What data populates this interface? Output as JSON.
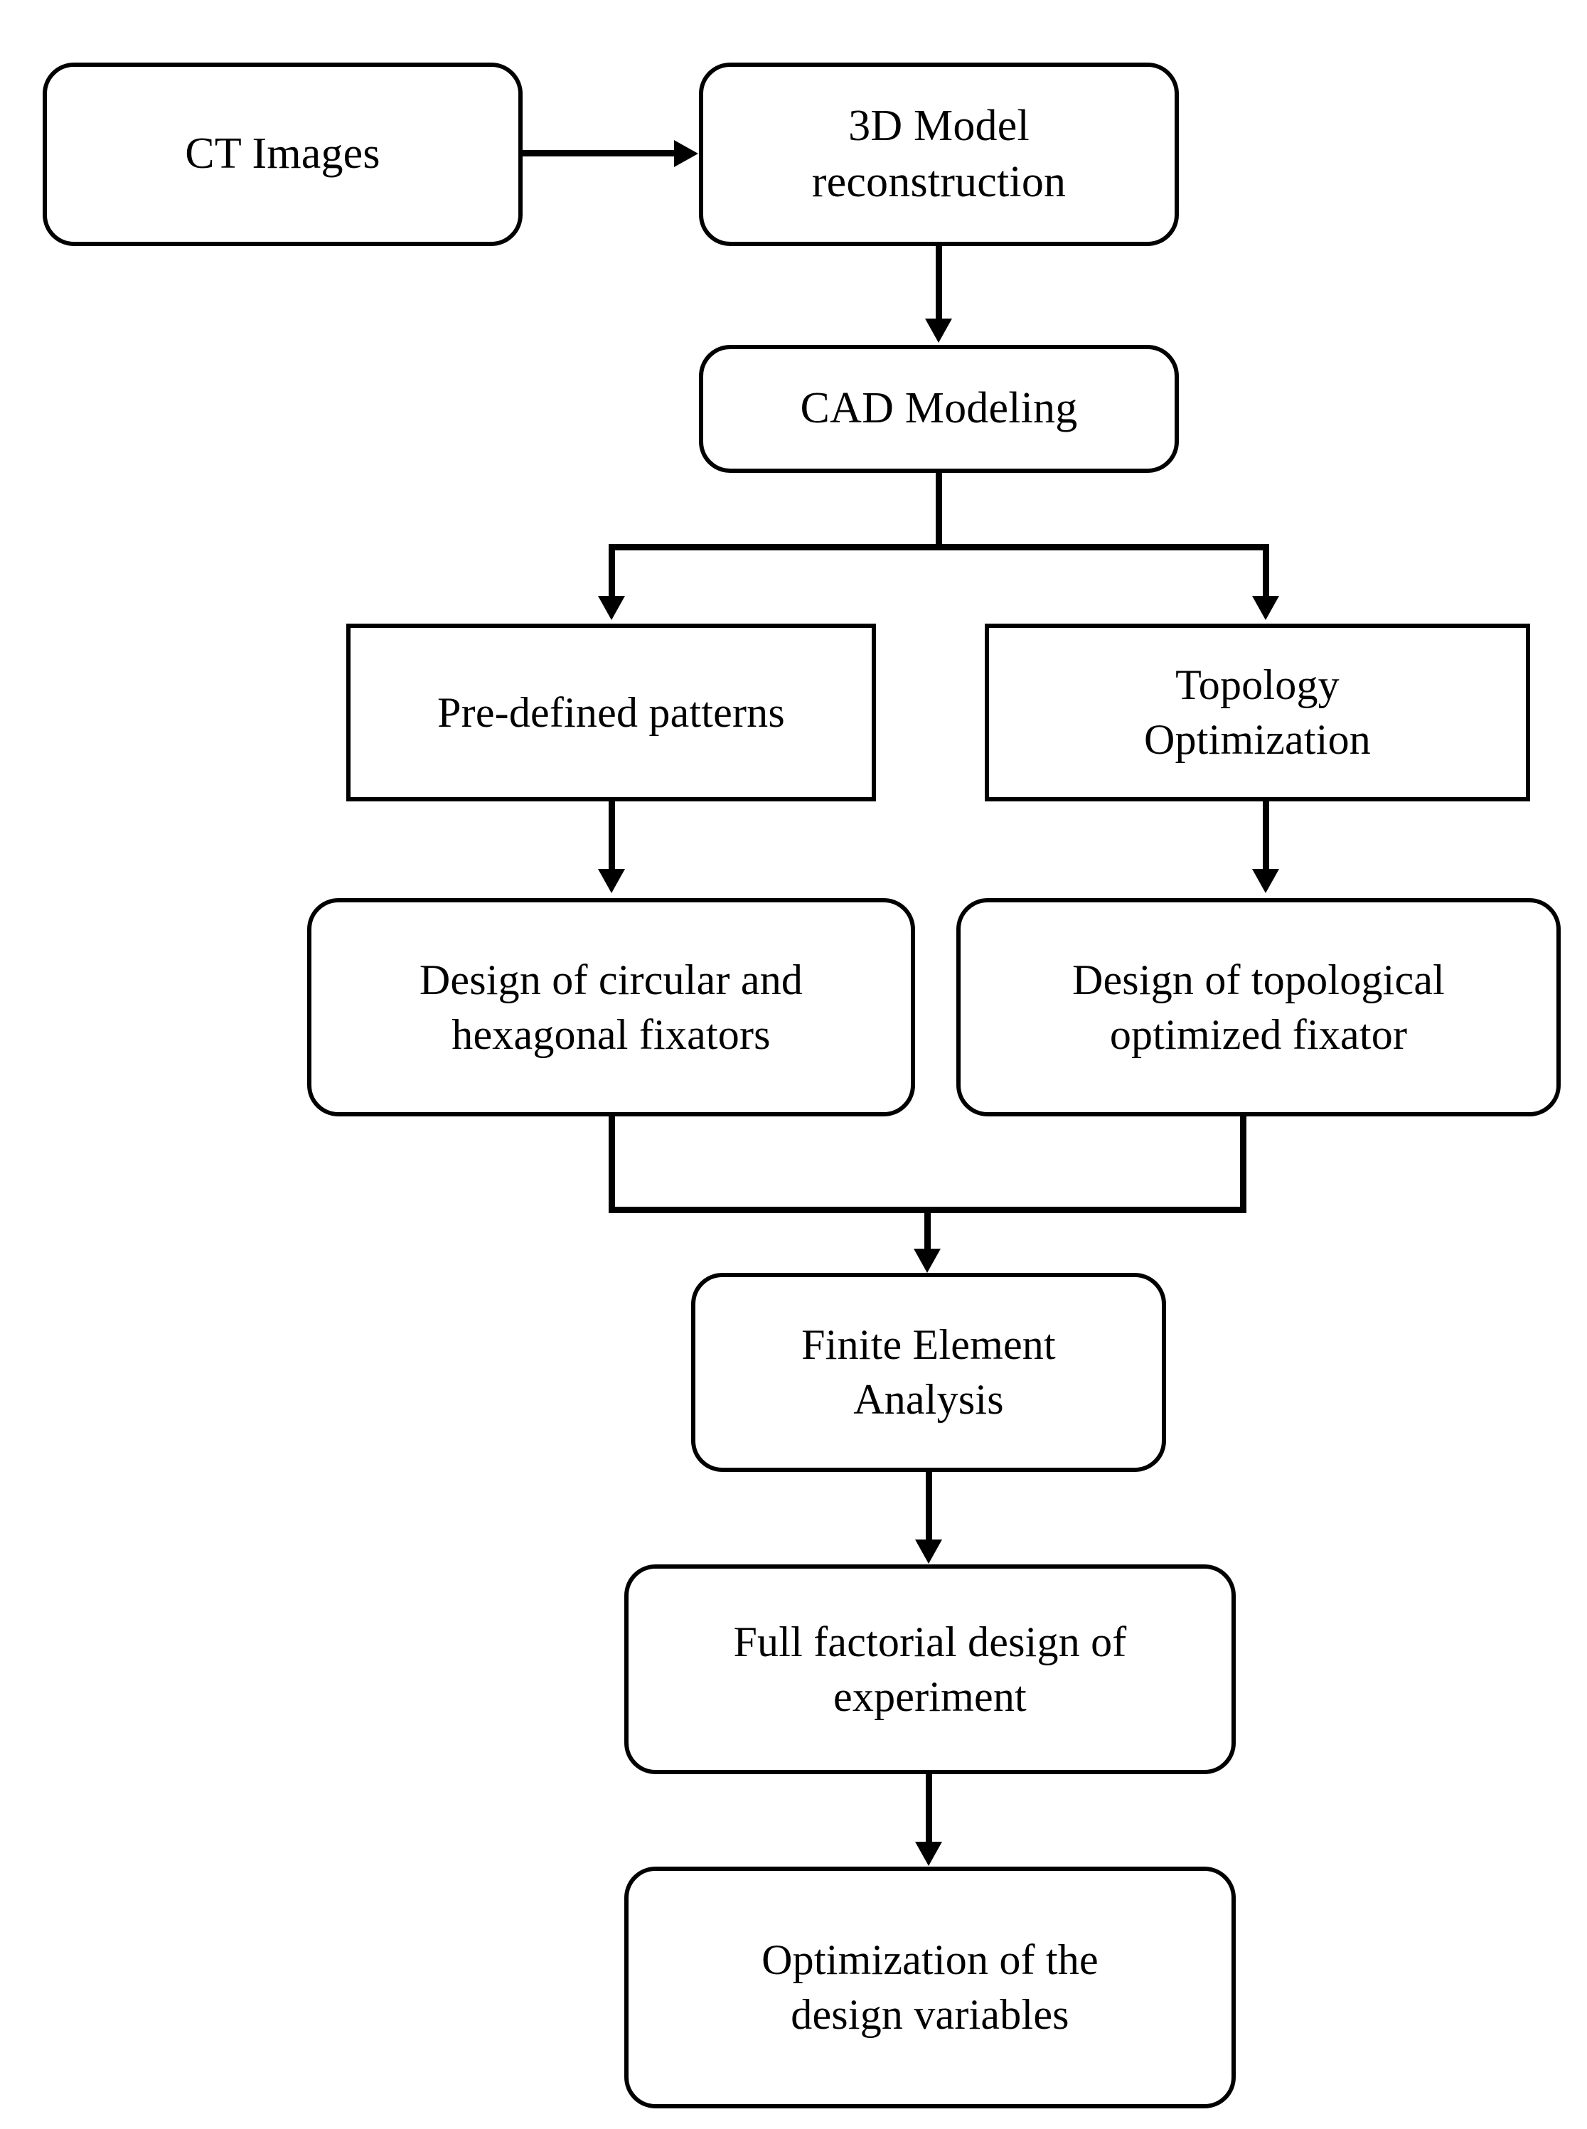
{
  "diagram": {
    "type": "flowchart",
    "title": "",
    "background_color": "#ffffff",
    "stroke_color": "#000000",
    "text_color": "#000000",
    "nodes": [
      {
        "id": "ct_images",
        "label": "CT Images",
        "shape": "rounded-rectangle"
      },
      {
        "id": "model_recon",
        "label": "3D Model\nreconstruction",
        "shape": "rounded-rectangle"
      },
      {
        "id": "cad_modeling",
        "label": "CAD Modeling",
        "shape": "rounded-rectangle"
      },
      {
        "id": "predefined",
        "label": "Pre-defined patterns",
        "shape": "rectangle"
      },
      {
        "id": "topology_opt",
        "label": "Topology\nOptimization",
        "shape": "rectangle"
      },
      {
        "id": "design_circ_hex",
        "label": "Design of circular and\nhexagonal fixators",
        "shape": "rounded-rectangle"
      },
      {
        "id": "design_topo",
        "label": "Design of topological\noptimized fixator",
        "shape": "rounded-rectangle"
      },
      {
        "id": "fea",
        "label": "Finite Element\nAnalysis",
        "shape": "rounded-rectangle"
      },
      {
        "id": "full_factorial",
        "label": "Full factorial design of\nexperiment",
        "shape": "rounded-rectangle"
      },
      {
        "id": "optimization",
        "label": "Optimization of the\ndesign variables",
        "shape": "rounded-rectangle"
      }
    ],
    "edges": [
      {
        "from": "ct_images",
        "to": "model_recon",
        "direction": "right"
      },
      {
        "from": "model_recon",
        "to": "cad_modeling",
        "direction": "down"
      },
      {
        "from": "cad_modeling",
        "to": "predefined",
        "direction": "down-left-branch"
      },
      {
        "from": "cad_modeling",
        "to": "topology_opt",
        "direction": "down-right-branch"
      },
      {
        "from": "predefined",
        "to": "design_circ_hex",
        "direction": "down"
      },
      {
        "from": "topology_opt",
        "to": "design_topo",
        "direction": "down"
      },
      {
        "from": "design_circ_hex",
        "to": "fea",
        "direction": "down-merge"
      },
      {
        "from": "design_topo",
        "to": "fea",
        "direction": "down-merge"
      },
      {
        "from": "fea",
        "to": "full_factorial",
        "direction": "down"
      },
      {
        "from": "full_factorial",
        "to": "optimization",
        "direction": "down"
      }
    ]
  }
}
